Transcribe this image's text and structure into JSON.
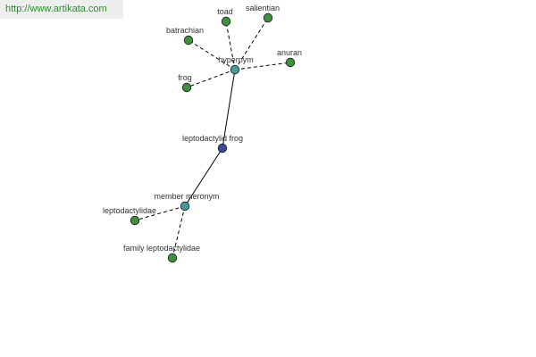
{
  "watermark": "http://www.artikata.com",
  "colors": {
    "leaf": "#3f8f3f",
    "relation": "#4a9a9a",
    "root": "#3a4aa0"
  },
  "nodes": [
    {
      "id": "toad",
      "label": "toad",
      "kind": "leaf"
    },
    {
      "id": "salientian",
      "label": "salientian",
      "kind": "leaf"
    },
    {
      "id": "batrachian",
      "label": "batrachian",
      "kind": "leaf"
    },
    {
      "id": "anuran",
      "label": "anuran",
      "kind": "leaf"
    },
    {
      "id": "hypernym",
      "label": "hypernym",
      "kind": "relation"
    },
    {
      "id": "frog",
      "label": "frog",
      "kind": "leaf"
    },
    {
      "id": "leptodactylid-frog",
      "label": "leptodactylid frog",
      "kind": "root"
    },
    {
      "id": "member-meronym",
      "label": "member meronym",
      "kind": "relation"
    },
    {
      "id": "leptodactylidae",
      "label": "leptodactylidae",
      "kind": "leaf"
    },
    {
      "id": "family-leptodactylidae",
      "label": "family leptodactylidae",
      "kind": "leaf"
    }
  ],
  "edges": [
    {
      "from": "leptodactylid-frog",
      "to": "hypernym",
      "style": "solid"
    },
    {
      "from": "leptodactylid-frog",
      "to": "member-meronym",
      "style": "solid"
    },
    {
      "from": "hypernym",
      "to": "toad",
      "style": "dashed"
    },
    {
      "from": "hypernym",
      "to": "salientian",
      "style": "dashed"
    },
    {
      "from": "hypernym",
      "to": "batrachian",
      "style": "dashed"
    },
    {
      "from": "hypernym",
      "to": "anuran",
      "style": "dashed"
    },
    {
      "from": "hypernym",
      "to": "frog",
      "style": "dashed"
    },
    {
      "from": "member-meronym",
      "to": "leptodactylidae",
      "style": "dashed"
    },
    {
      "from": "member-meronym",
      "to": "family-leptodactylidae",
      "style": "dashed"
    }
  ]
}
